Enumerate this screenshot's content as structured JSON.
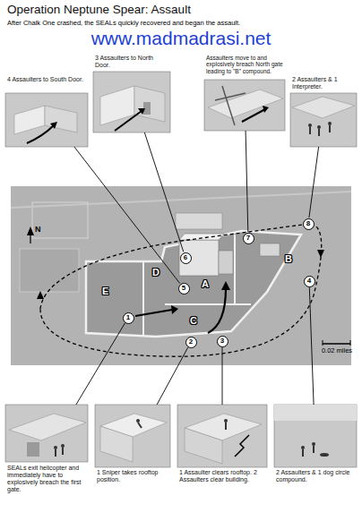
{
  "diagram": {
    "title": "Operation Neptune Spear: Assault",
    "nodes": [
      {
        "text": [
          "4 Assaulters to South Door."
        ]
      },
      {
        "text": [
          "3 Assaulters to North Door."
        ]
      },
      {
        "text": [
          "Assaulters move to and explosively breach North gate leading to \"B\" compound."
        ]
      },
      {
        "text": [
          "2 Assaulters & 1 Interpreter."
        ]
      },
      {
        "text": [
          "1"
        ]
      },
      {
        "text": [
          "2"
        ]
      },
      {
        "text": [
          "3"
        ]
      },
      {
        "text": [
          "4"
        ]
      },
      {
        "text": [
          "5"
        ]
      },
      {
        "text": [
          "6"
        ]
      },
      {
        "text": [
          "7"
        ]
      },
      {
        "text": [
          "8"
        ]
      },
      {
        "text": [
          "SEALs exit helicopter and immediately have to explosively breach the first gate."
        ]
      },
      {
        "text": [
          "1 Sniper takes rooftop position."
        ]
      },
      {
        "text": [
          "1 Assaulter clears rooftop. 2 Assaulters clear building."
        ]
      },
      {
        "text": [
          "2 Assaulters & 1 dog circle compound."
        ]
      }
    ],
    "edges": [
      {
        "from": 0,
        "to": 8,
        "arrow": "none"
      },
      {
        "from": 1,
        "to": 9,
        "arrow": "none"
      },
      {
        "from": 2,
        "to": 10,
        "arrow": "none"
      },
      {
        "from": 3,
        "to": 11,
        "arrow": "none"
      },
      {
        "from": 12,
        "to": 4,
        "arrow": "none"
      },
      {
        "from": 13,
        "to": 5,
        "arrow": "none"
      },
      {
        "from": 14,
        "to": 6,
        "arrow": "none"
      },
      {
        "from": 15,
        "to": 7,
        "arrow": "none"
      }
    ],
    "labels": [
      "After Chalk One crashed, the SEALs quickly recovered and began the assault.",
      "www.madmadrasi.net",
      "N",
      "E",
      "D",
      "A",
      "B",
      "C",
      "0.02 miles"
    ]
  }
}
